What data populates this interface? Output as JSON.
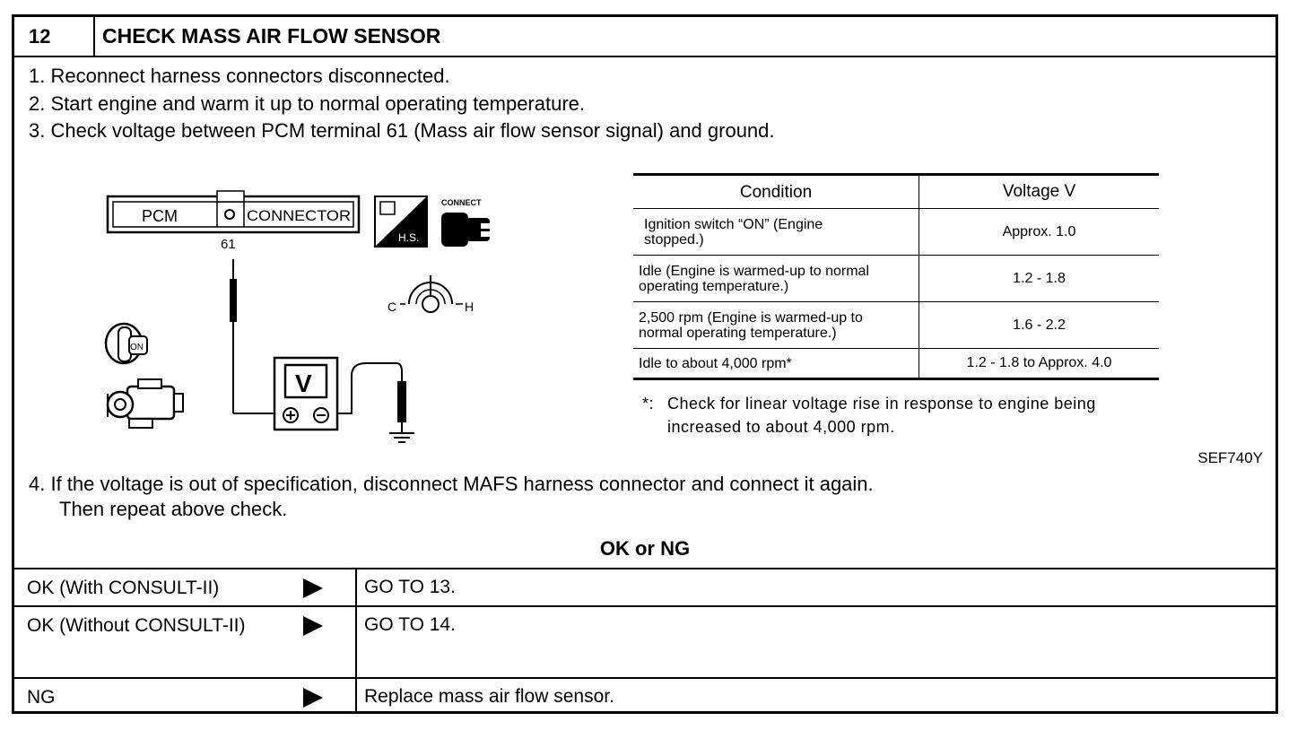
{
  "header": {
    "number": "12",
    "title": "CHECK MASS AIR FLOW SENSOR"
  },
  "steps": [
    "1.  Reconnect harness connectors disconnected.",
    "2.  Start engine and warm it up to normal operating temperature.",
    "3.  Check voltage between PCM terminal 61 (Mass air flow sensor signal) and ground.",
    "4.  If the voltage is out of specification, disconnect MAFS harness connector and connect it again.",
    "Then repeat above check."
  ],
  "diagram": {
    "pcm": "PCM",
    "connector": "CONNECTOR",
    "terminal": "61",
    "hs": "H.S.",
    "connect": "CONNECT",
    "meter": "V",
    "temp_c": "C",
    "temp_h": "H",
    "on": "ON"
  },
  "table": {
    "headers": [
      "Condition",
      "Voltage V"
    ],
    "rows": [
      {
        "condition": [
          "Ignition switch “ON” (Engine",
          "stopped.)"
        ],
        "voltage": "Approx. 1.0"
      },
      {
        "condition": [
          "Idle (Engine is warmed-up to normal",
          "operating temperature.)"
        ],
        "voltage": "1.2 - 1.8"
      },
      {
        "condition": [
          "2,500 rpm (Engine is warmed-up to",
          "normal operating temperature.)"
        ],
        "voltage": "1.6 - 2.2"
      },
      {
        "condition": [
          "Idle to about 4,000 rpm*"
        ],
        "voltage": "1.2 - 1.8 to Approx. 4.0"
      }
    ]
  },
  "note": {
    "marker": "*:",
    "text": "Check for linear voltage rise in response to engine being increased to about 4,000 rpm."
  },
  "figure_ref": "SEF740Y",
  "ok_ng": "OK or NG",
  "results": [
    {
      "condition": "OK (With CONSULT-II)",
      "action": "GO TO 13."
    },
    {
      "condition": "OK (Without CONSULT-II)",
      "action": "GO TO 14."
    },
    {
      "condition": "NG",
      "action": "Replace mass air flow sensor."
    }
  ]
}
